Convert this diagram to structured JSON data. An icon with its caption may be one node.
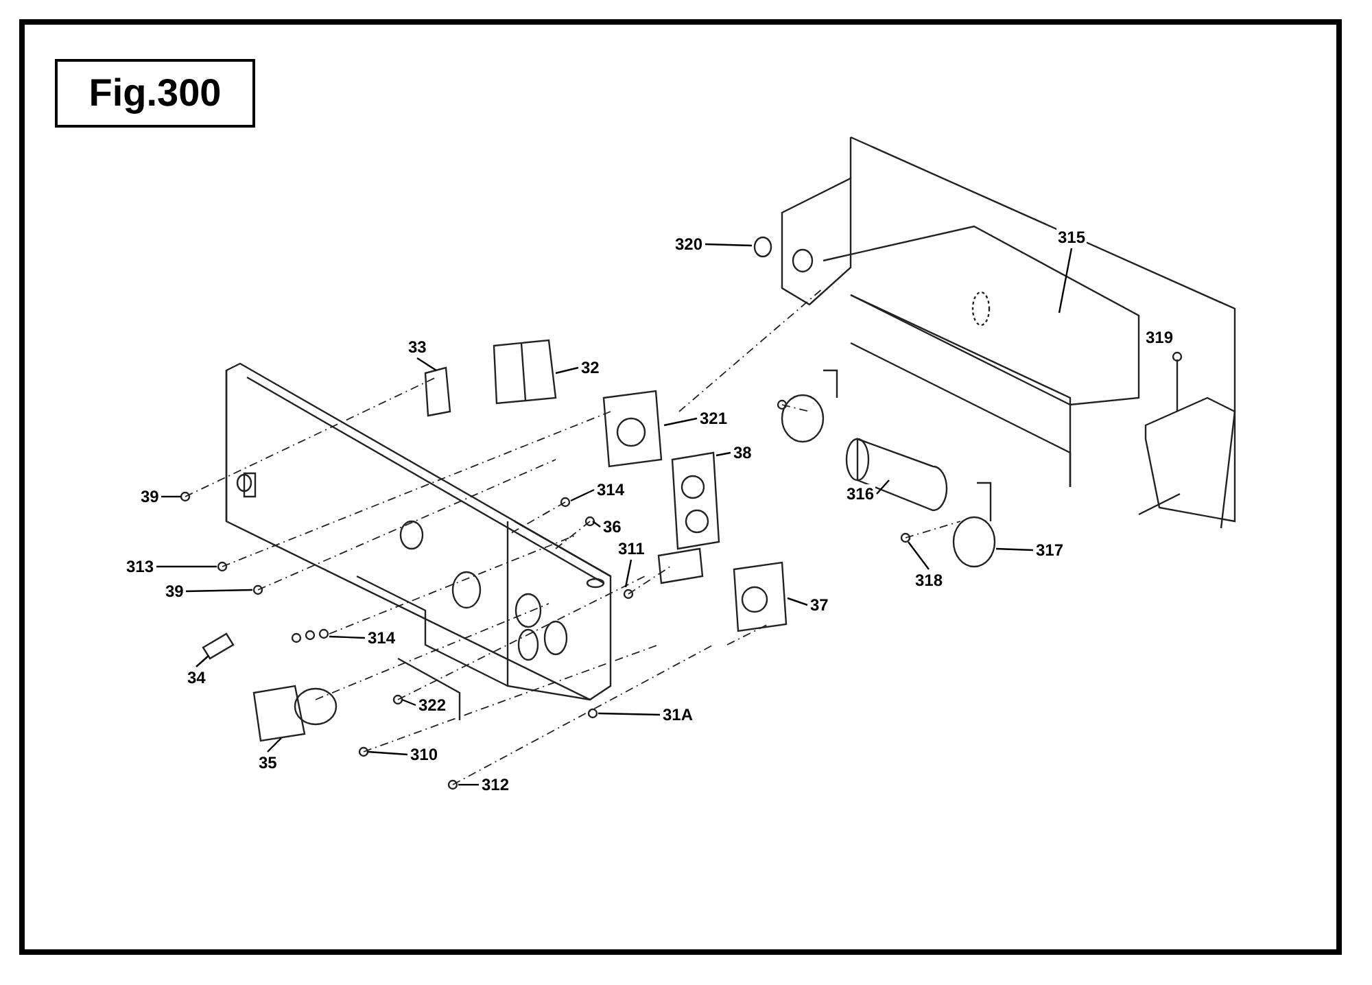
{
  "diagram": {
    "title": "Fig.300",
    "nodes": [
      {
        "text": [
          "320"
        ]
      },
      {
        "text": [
          "315"
        ]
      },
      {
        "text": [
          "33"
        ]
      },
      {
        "text": [
          "32"
        ]
      },
      {
        "text": [
          "321"
        ]
      },
      {
        "text": [
          "38"
        ]
      },
      {
        "text": [
          "39"
        ]
      },
      {
        "text": [
          "314"
        ]
      },
      {
        "text": [
          "36"
        ]
      },
      {
        "text": [
          "316"
        ]
      },
      {
        "text": [
          "313"
        ]
      },
      {
        "text": [
          "311"
        ]
      },
      {
        "text": [
          "317"
        ]
      },
      {
        "text": [
          "39"
        ]
      },
      {
        "text": [
          "318"
        ]
      },
      {
        "text": [
          "37"
        ]
      },
      {
        "text": [
          "34"
        ]
      },
      {
        "text": [
          "314"
        ]
      },
      {
        "text": [
          "322"
        ]
      },
      {
        "text": [
          "31A"
        ]
      },
      {
        "text": [
          "35"
        ]
      },
      {
        "text": [
          "310"
        ]
      },
      {
        "text": [
          "312"
        ]
      },
      {
        "text": [
          "319"
        ]
      }
    ],
    "edges": [
      {
        "from": 0,
        "to": null,
        "arrow": "none"
      },
      {
        "from": 1,
        "to": null,
        "arrow": "none"
      },
      {
        "from": 2,
        "to": null,
        "arrow": "none"
      },
      {
        "from": 3,
        "to": null,
        "arrow": "none"
      },
      {
        "from": 4,
        "to": null,
        "arrow": "none"
      },
      {
        "from": 5,
        "to": null,
        "arrow": "none"
      },
      {
        "from": 6,
        "to": null,
        "arrow": "none"
      },
      {
        "from": 7,
        "to": null,
        "arrow": "none"
      },
      {
        "from": 8,
        "to": null,
        "arrow": "none"
      },
      {
        "from": 9,
        "to": null,
        "arrow": "none"
      },
      {
        "from": 10,
        "to": null,
        "arrow": "none"
      },
      {
        "from": 11,
        "to": null,
        "arrow": "none"
      },
      {
        "from": 12,
        "to": null,
        "arrow": "none"
      },
      {
        "from": 13,
        "to": null,
        "arrow": "none"
      },
      {
        "from": 14,
        "to": null,
        "arrow": "none"
      },
      {
        "from": 15,
        "to": null,
        "arrow": "none"
      },
      {
        "from": 16,
        "to": null,
        "arrow": "none"
      },
      {
        "from": 17,
        "to": null,
        "arrow": "none"
      },
      {
        "from": 18,
        "to": null,
        "arrow": "none"
      },
      {
        "from": 19,
        "to": null,
        "arrow": "none"
      },
      {
        "from": 20,
        "to": null,
        "arrow": "none"
      },
      {
        "from": 21,
        "to": null,
        "arrow": "none"
      },
      {
        "from": 22,
        "to": null,
        "arrow": "none"
      }
    ]
  }
}
